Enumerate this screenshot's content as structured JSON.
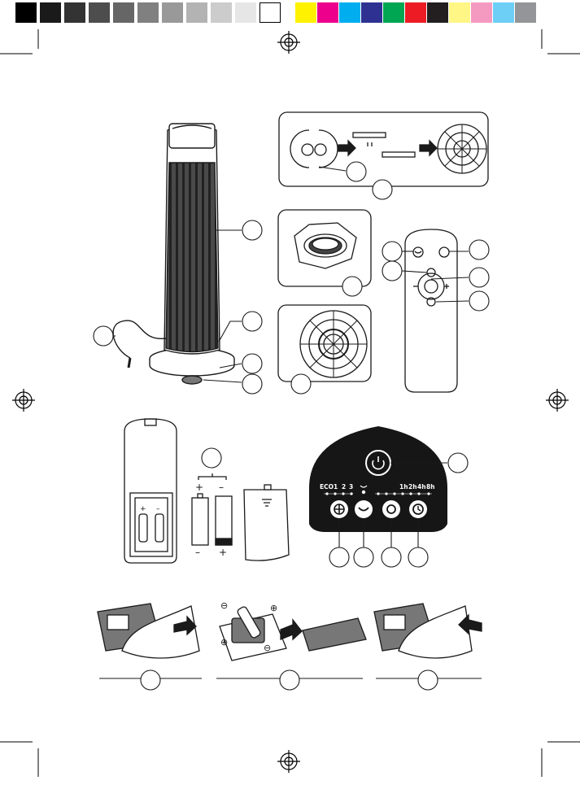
{
  "colorbar": {
    "grays": [
      "#000000",
      "#1a1a1a",
      "#333333",
      "#4d4d4d",
      "#666666",
      "#808080",
      "#999999",
      "#b3b3b3",
      "#cccccc",
      "#e6e6e6",
      "#ffffff"
    ],
    "colors": [
      "#fff200",
      "#ec008c",
      "#00aeef",
      "#2e3192",
      "#00a651",
      "#ed1c24",
      "#231f20",
      "#fff685",
      "#f49ac1",
      "#6dcff6",
      "#939598"
    ]
  },
  "control_panel": {
    "eco_label": "ECO",
    "speed_labels": [
      "1",
      "2",
      "3"
    ],
    "timer_labels": [
      "1h",
      "2h",
      "4h",
      "8h"
    ]
  },
  "battery": {
    "plus": "+",
    "minus": "–"
  },
  "install": {
    "plus": "⊕",
    "minus": "⊖"
  }
}
